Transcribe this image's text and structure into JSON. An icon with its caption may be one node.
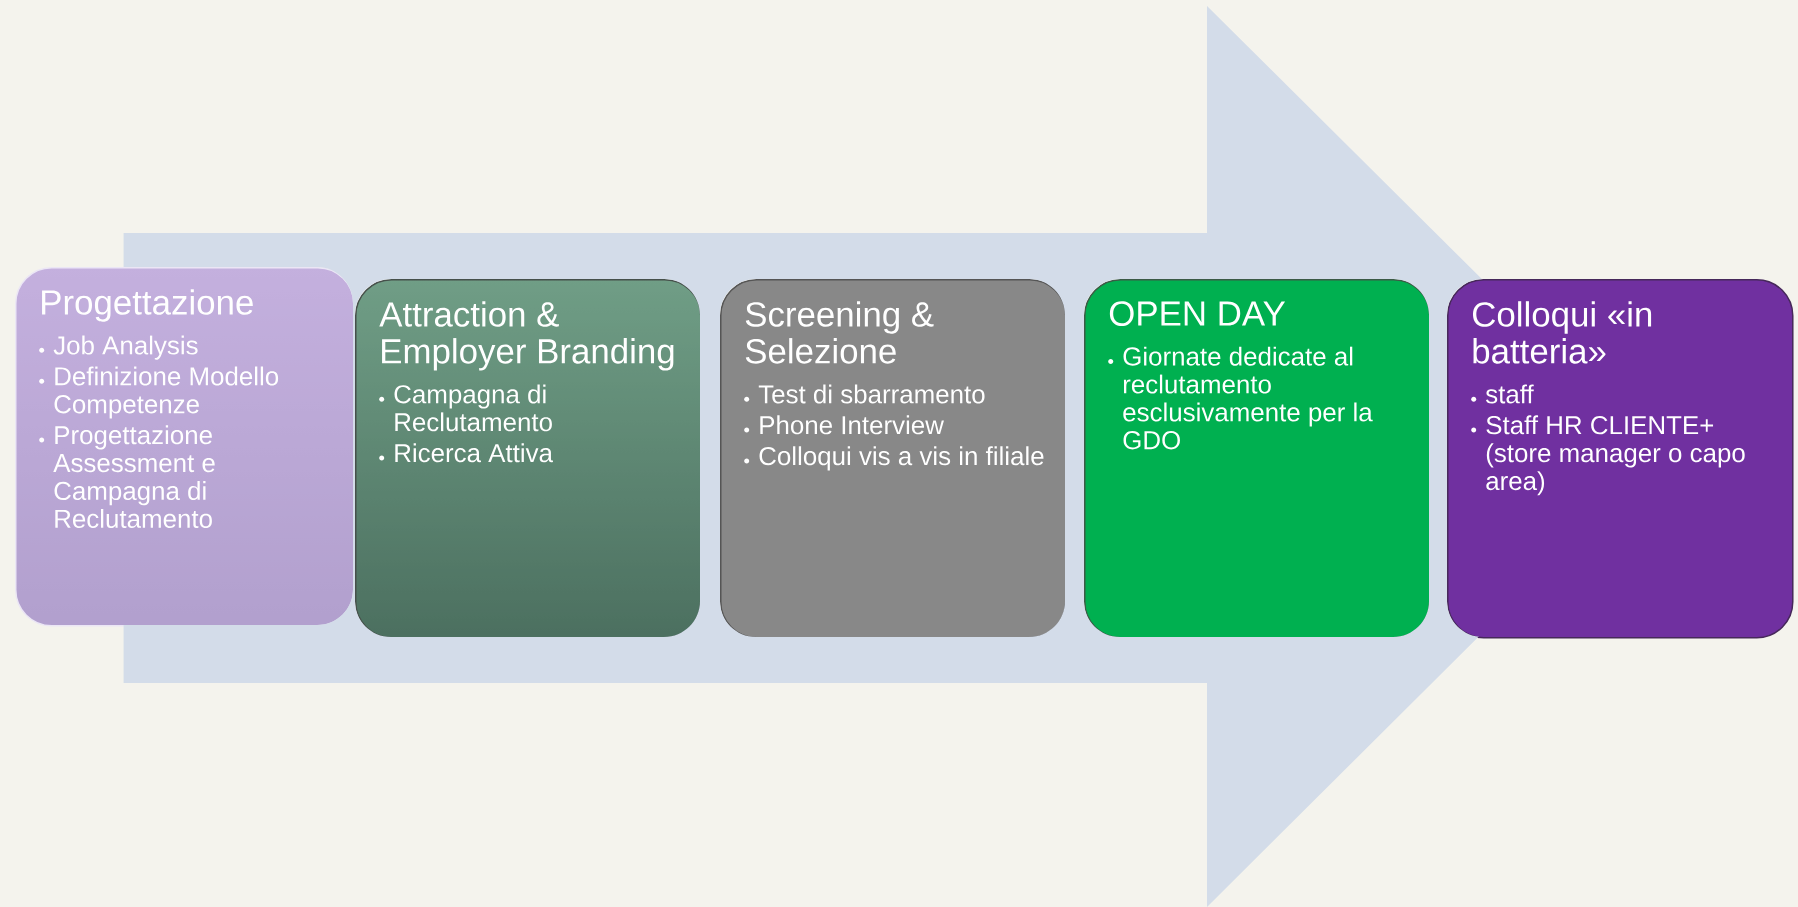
{
  "diagram": {
    "nodes": [
      {
        "text": [
          "Progettazione",
          "Job Analysis",
          "Definizione Modello Competenze",
          "Progettazione Assessment e Campagna di Reclutamento"
        ]
      },
      {
        "text": [
          "Attraction & Employer Branding",
          "Campagna di Reclutamento",
          "Ricerca Attiva"
        ]
      },
      {
        "text": [
          "Screening & Selezione",
          "Test di sbarramento",
          "Phone Interview",
          "Colloqui vis a vis in filiale"
        ]
      },
      {
        "text": [
          "OPEN DAY",
          "Giornate dedicate al reclutamento esclusivamente per la GDO"
        ]
      },
      {
        "text": [
          "Colloqui «in batteria»",
          "staff",
          "Staff HR CLIENTE+ (store manager o capo area)"
        ]
      }
    ],
    "edges": [
      {
        "from": 0,
        "to": 4,
        "arrow": "to"
      }
    ]
  }
}
